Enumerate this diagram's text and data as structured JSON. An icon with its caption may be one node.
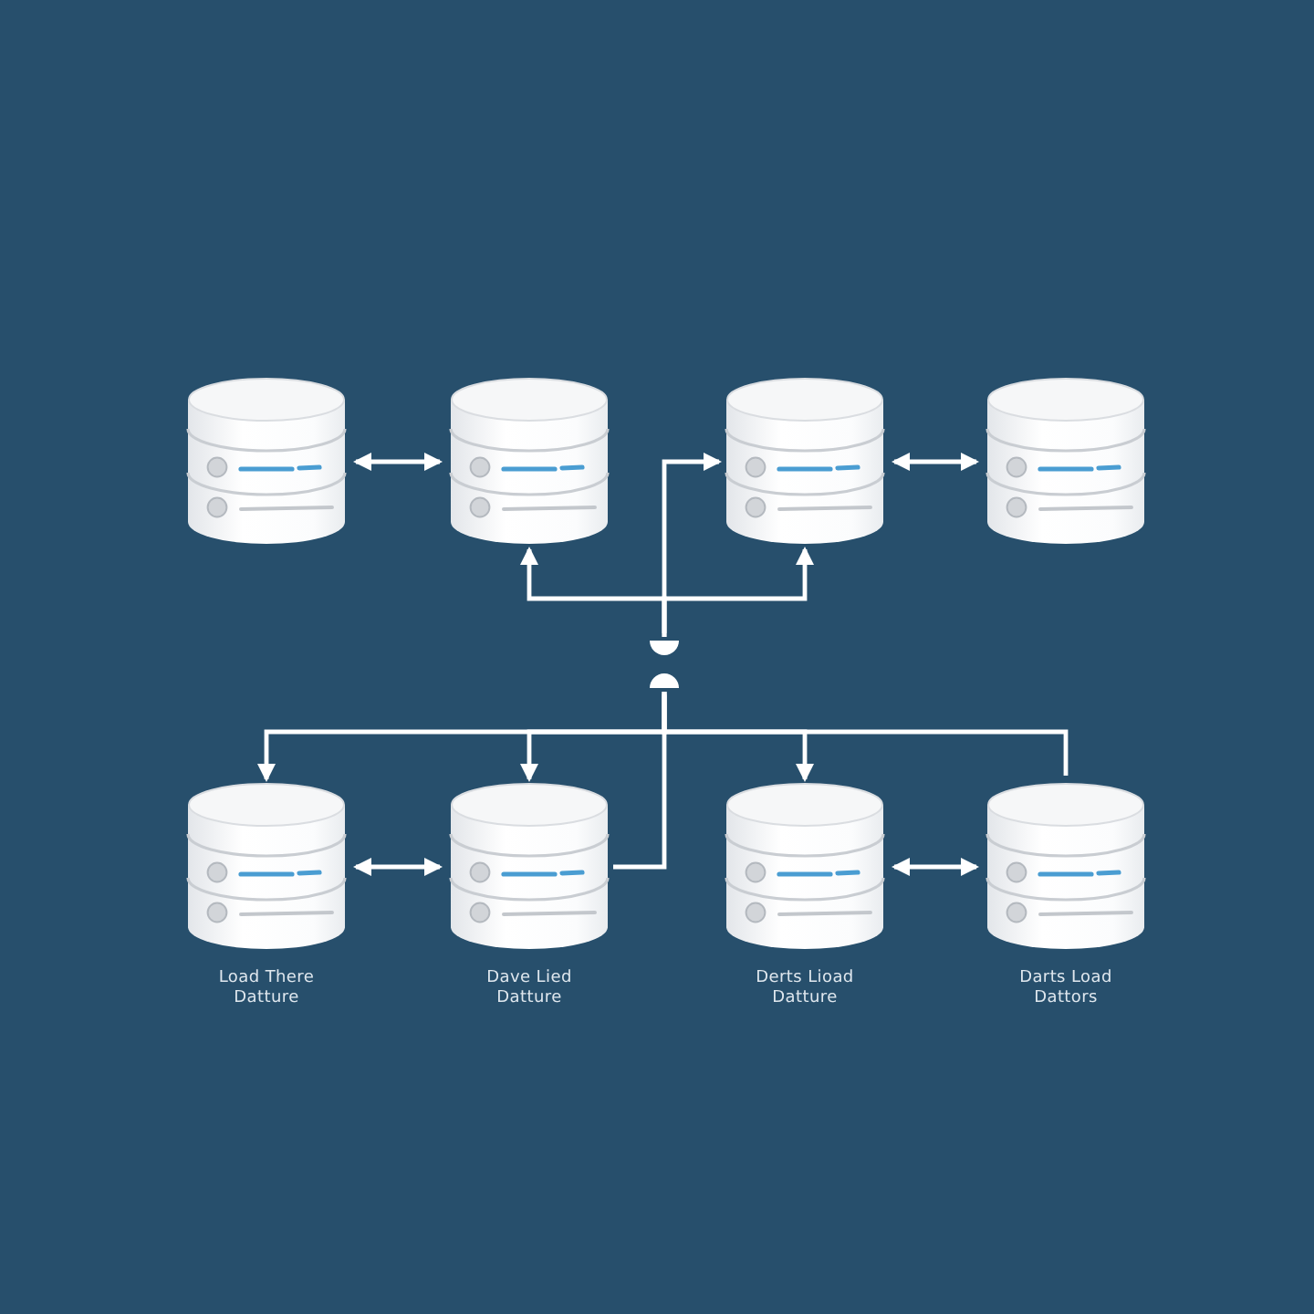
{
  "diagram": {
    "nodes": [
      {
        "text": [],
        "shape": "cylinder"
      },
      {
        "text": [],
        "shape": "cylinder"
      },
      {
        "text": [],
        "shape": "cylinder"
      },
      {
        "text": [],
        "shape": "cylinder"
      },
      {
        "text": [],
        "shape": "semicircle"
      },
      {
        "text": [],
        "shape": "semicircle"
      },
      {
        "text": [],
        "shape": "cylinder",
        "beside": [
          "Load There Datture"
        ]
      },
      {
        "text": [],
        "shape": "cylinder",
        "beside": [
          "Dave Lied Datture"
        ]
      },
      {
        "text": [],
        "shape": "cylinder",
        "beside": [
          "Derts Lioad Datture"
        ]
      },
      {
        "text": [],
        "shape": "cylinder",
        "beside": [
          "Darts Load Dattors"
        ]
      }
    ],
    "edges": [
      {
        "from": 0,
        "to": 1,
        "arrow": "both"
      },
      {
        "from": 2,
        "to": 3,
        "arrow": "both"
      },
      {
        "from": 4,
        "to": 1,
        "arrow": "to"
      },
      {
        "from": 4,
        "to": 2,
        "arrow": "to"
      },
      {
        "from": 4,
        "to": 2,
        "arrow": "to"
      },
      {
        "from": 5,
        "to": 6,
        "arrow": "to"
      },
      {
        "from": 5,
        "to": 7,
        "arrow": "to"
      },
      {
        "from": 5,
        "to": 8,
        "arrow": "to"
      },
      {
        "from": 5,
        "to": 9,
        "arrow": "none"
      },
      {
        "from": 5,
        "to": 7,
        "arrow": "none"
      },
      {
        "from": 6,
        "to": 7,
        "arrow": "both"
      },
      {
        "from": 8,
        "to": 9,
        "arrow": "both"
      }
    ]
  }
}
